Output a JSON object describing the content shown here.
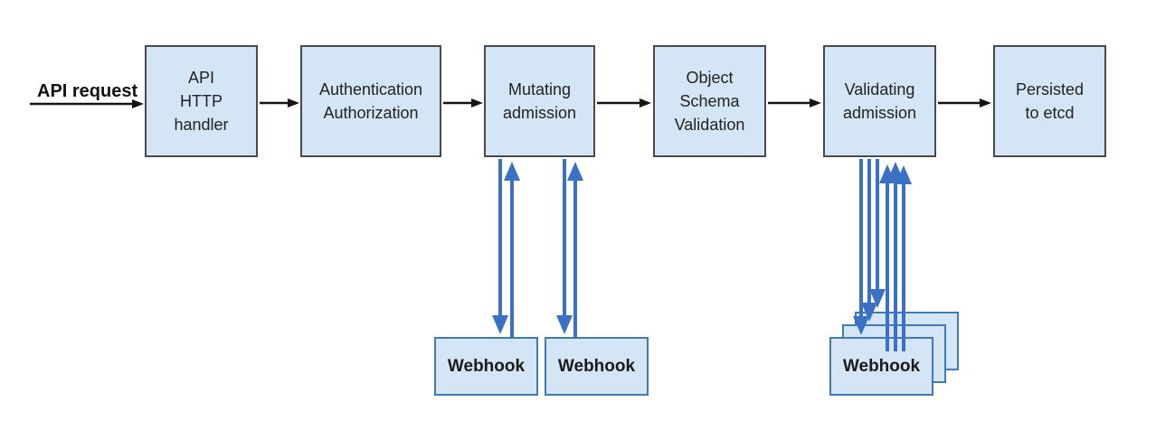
{
  "colors": {
    "box-fill": "#d4e6f5",
    "stage-border": "#4a4a4c",
    "webhook-border": "#4479b9",
    "arrow-blue": "#3a71c4",
    "arrow-black": "#141414",
    "text": "#222222"
  },
  "flow": {
    "request_label": "API request",
    "stages": [
      {
        "label": "API\nHTTP\nhandler"
      },
      {
        "label": "Authentication\nAuthorization"
      },
      {
        "label": "Mutating\nadmission"
      },
      {
        "label": "Object\nSchema\nValidation"
      },
      {
        "label": "Validating\nadmission"
      },
      {
        "label": "Persisted\nto etcd"
      }
    ],
    "mutating_webhooks": [
      {
        "label": "Webhook"
      },
      {
        "label": "Webhook"
      }
    ],
    "validating_webhooks": [
      {
        "label": "Webhook"
      },
      {
        "label": "Webhook"
      },
      {
        "label": "Webhook"
      }
    ]
  }
}
